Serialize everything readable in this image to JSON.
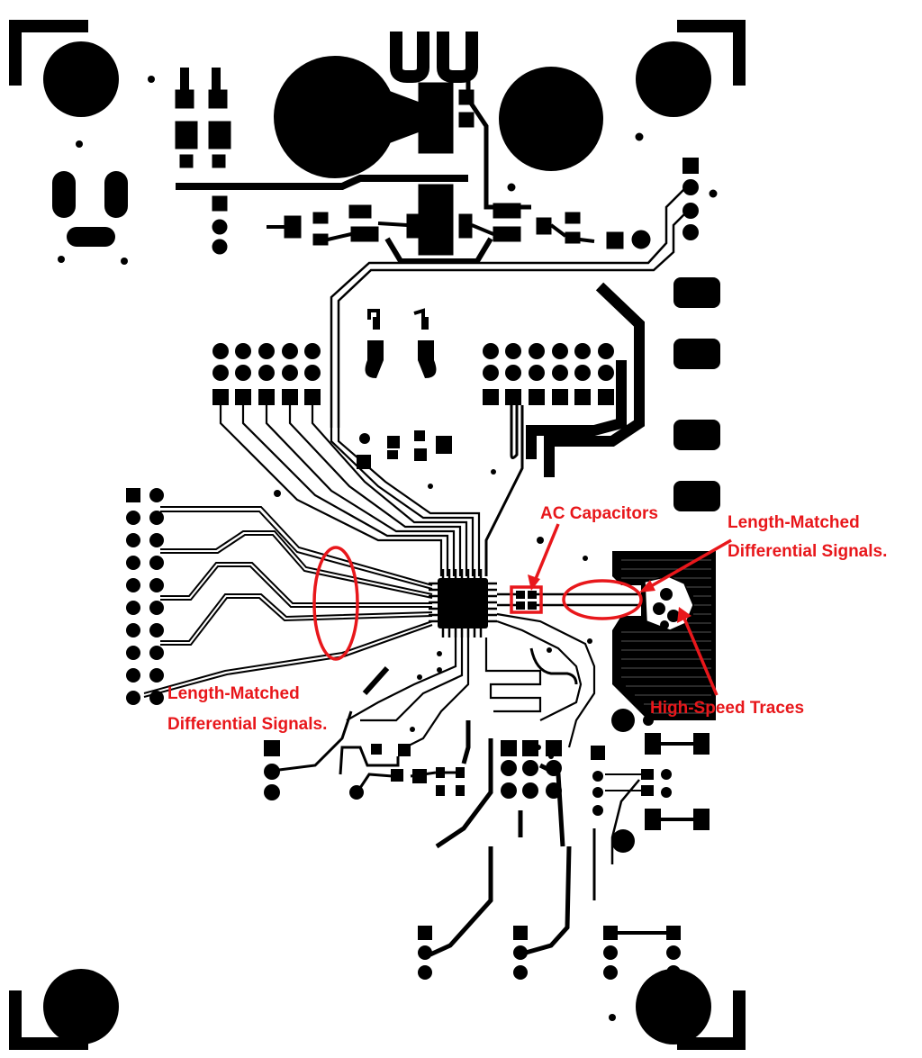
{
  "annotations": {
    "ac_capacitors": "AC Capacitors",
    "right_diff_line1": "Length-Matched",
    "right_diff_line2": "Differential Signals.",
    "left_diff_line1": "Length-Matched",
    "left_diff_line2": "Differential Signals.",
    "high_speed": "High-Speed Traces"
  },
  "colors": {
    "copper": "#000000",
    "board": "#ffffff",
    "annotation": "#e8171b"
  }
}
